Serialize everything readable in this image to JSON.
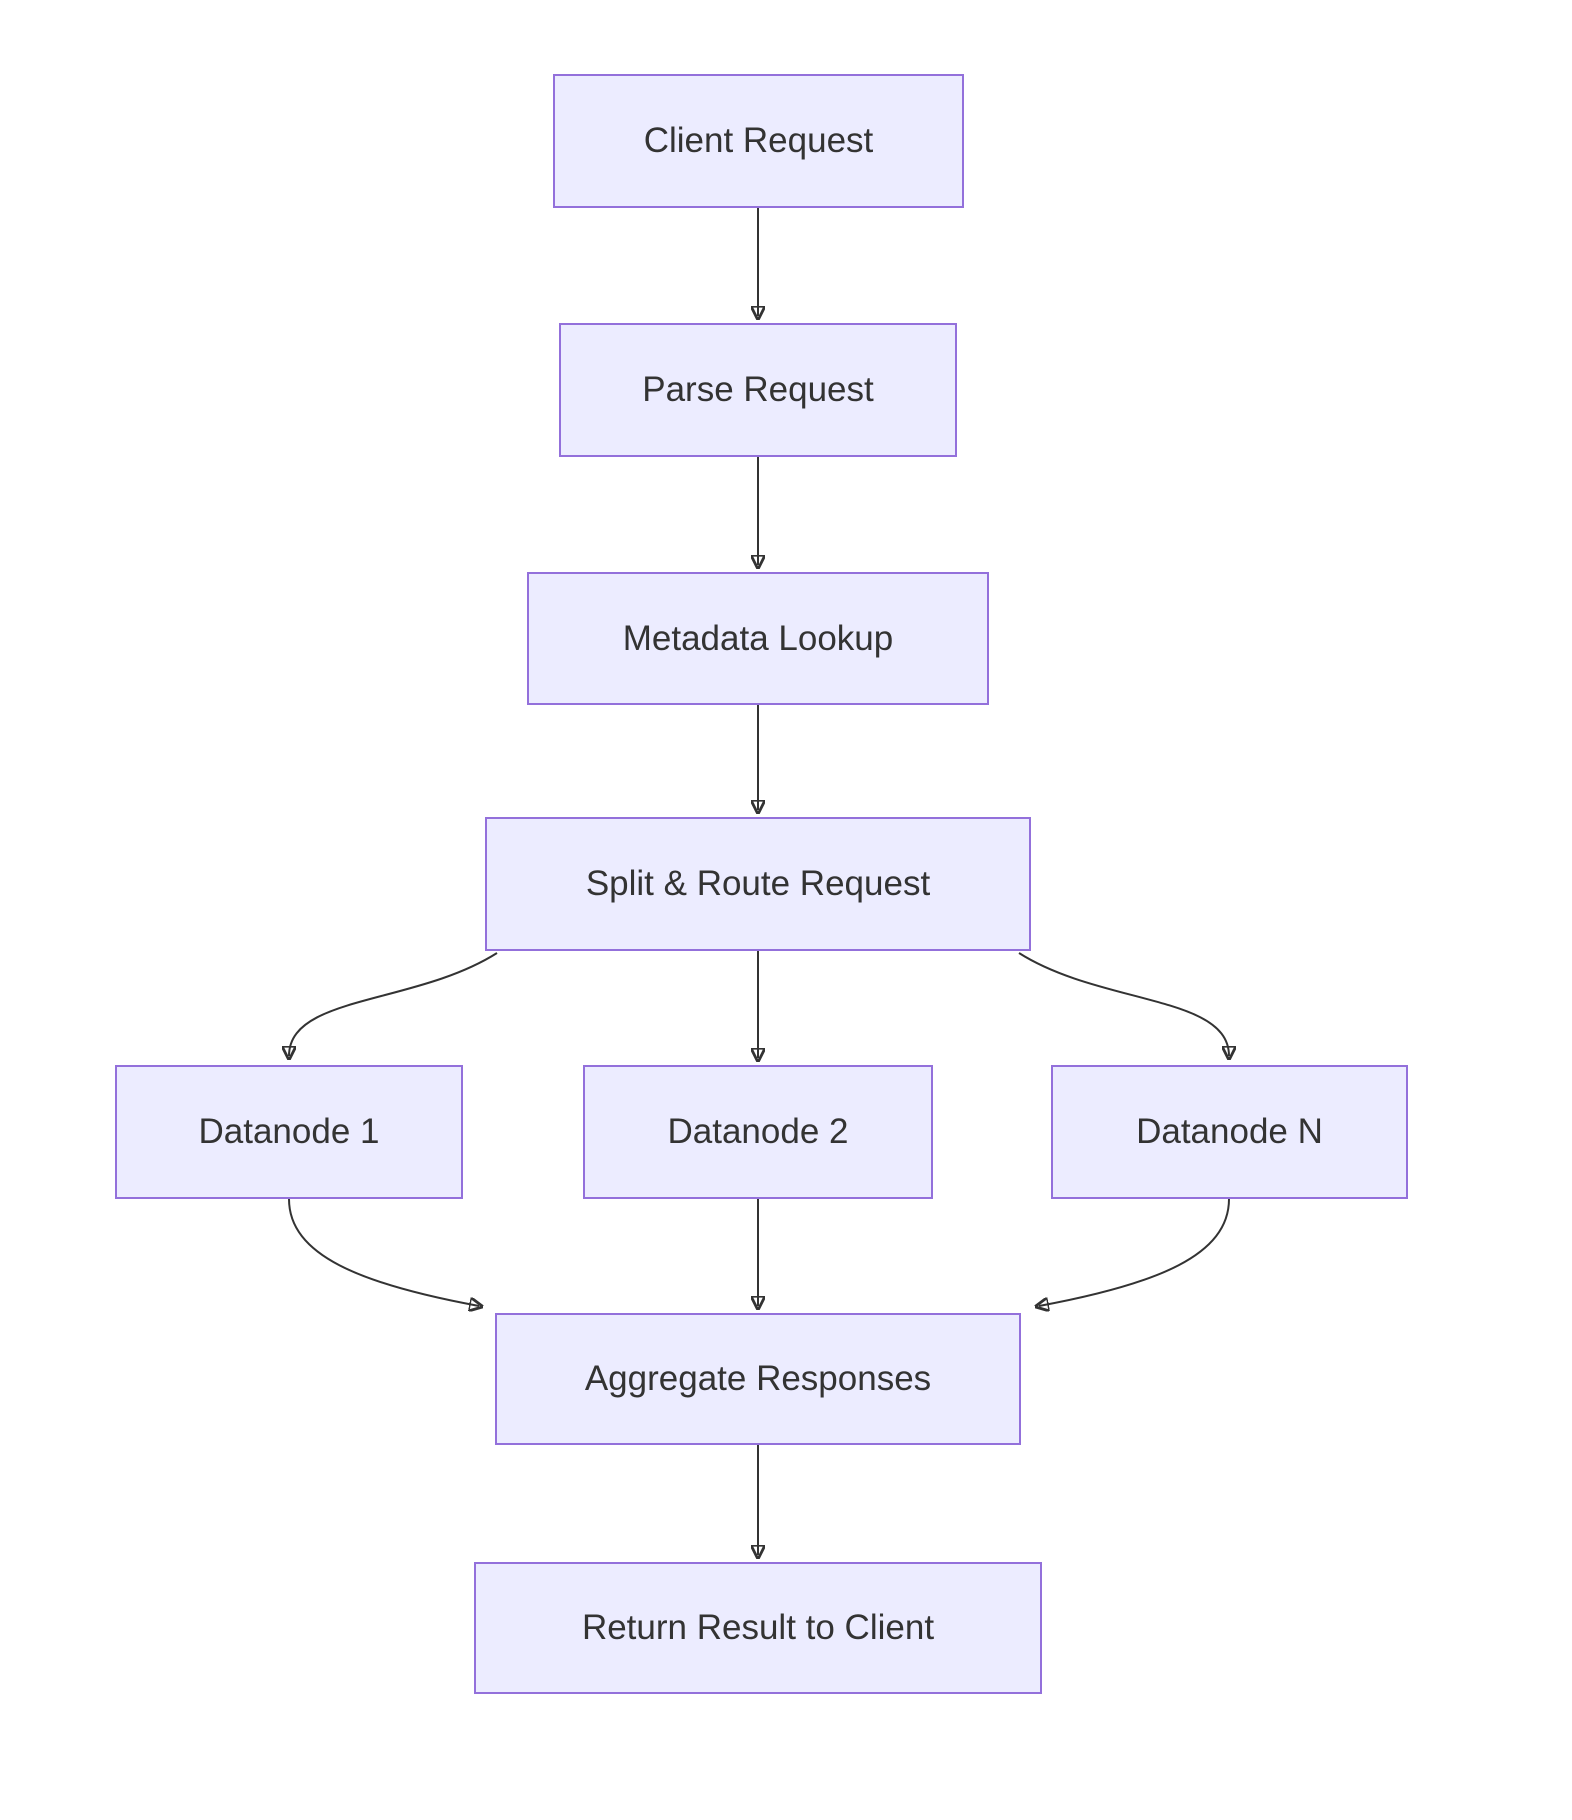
{
  "diagram": {
    "type": "flowchart",
    "direction": "top-down",
    "nodes": [
      {
        "id": "client_request",
        "label": "Client Request"
      },
      {
        "id": "parse_request",
        "label": "Parse Request"
      },
      {
        "id": "metadata_lookup",
        "label": "Metadata Lookup"
      },
      {
        "id": "split_route",
        "label": "Split & Route Request"
      },
      {
        "id": "datanode_1",
        "label": "Datanode 1"
      },
      {
        "id": "datanode_2",
        "label": "Datanode 2"
      },
      {
        "id": "datanode_n",
        "label": "Datanode N"
      },
      {
        "id": "aggregate",
        "label": "Aggregate Responses"
      },
      {
        "id": "return_result",
        "label": "Return Result to Client"
      }
    ],
    "edges": [
      {
        "from": "client_request",
        "to": "parse_request"
      },
      {
        "from": "parse_request",
        "to": "metadata_lookup"
      },
      {
        "from": "metadata_lookup",
        "to": "split_route"
      },
      {
        "from": "split_route",
        "to": "datanode_1"
      },
      {
        "from": "split_route",
        "to": "datanode_2"
      },
      {
        "from": "split_route",
        "to": "datanode_n"
      },
      {
        "from": "datanode_1",
        "to": "aggregate"
      },
      {
        "from": "datanode_2",
        "to": "aggregate"
      },
      {
        "from": "datanode_n",
        "to": "aggregate"
      },
      {
        "from": "aggregate",
        "to": "return_result"
      }
    ],
    "colors": {
      "node_fill": "#ECECFF",
      "node_border": "#9370DB",
      "text": "#333333",
      "edge": "#333333",
      "background": "#FFFFFF"
    }
  }
}
